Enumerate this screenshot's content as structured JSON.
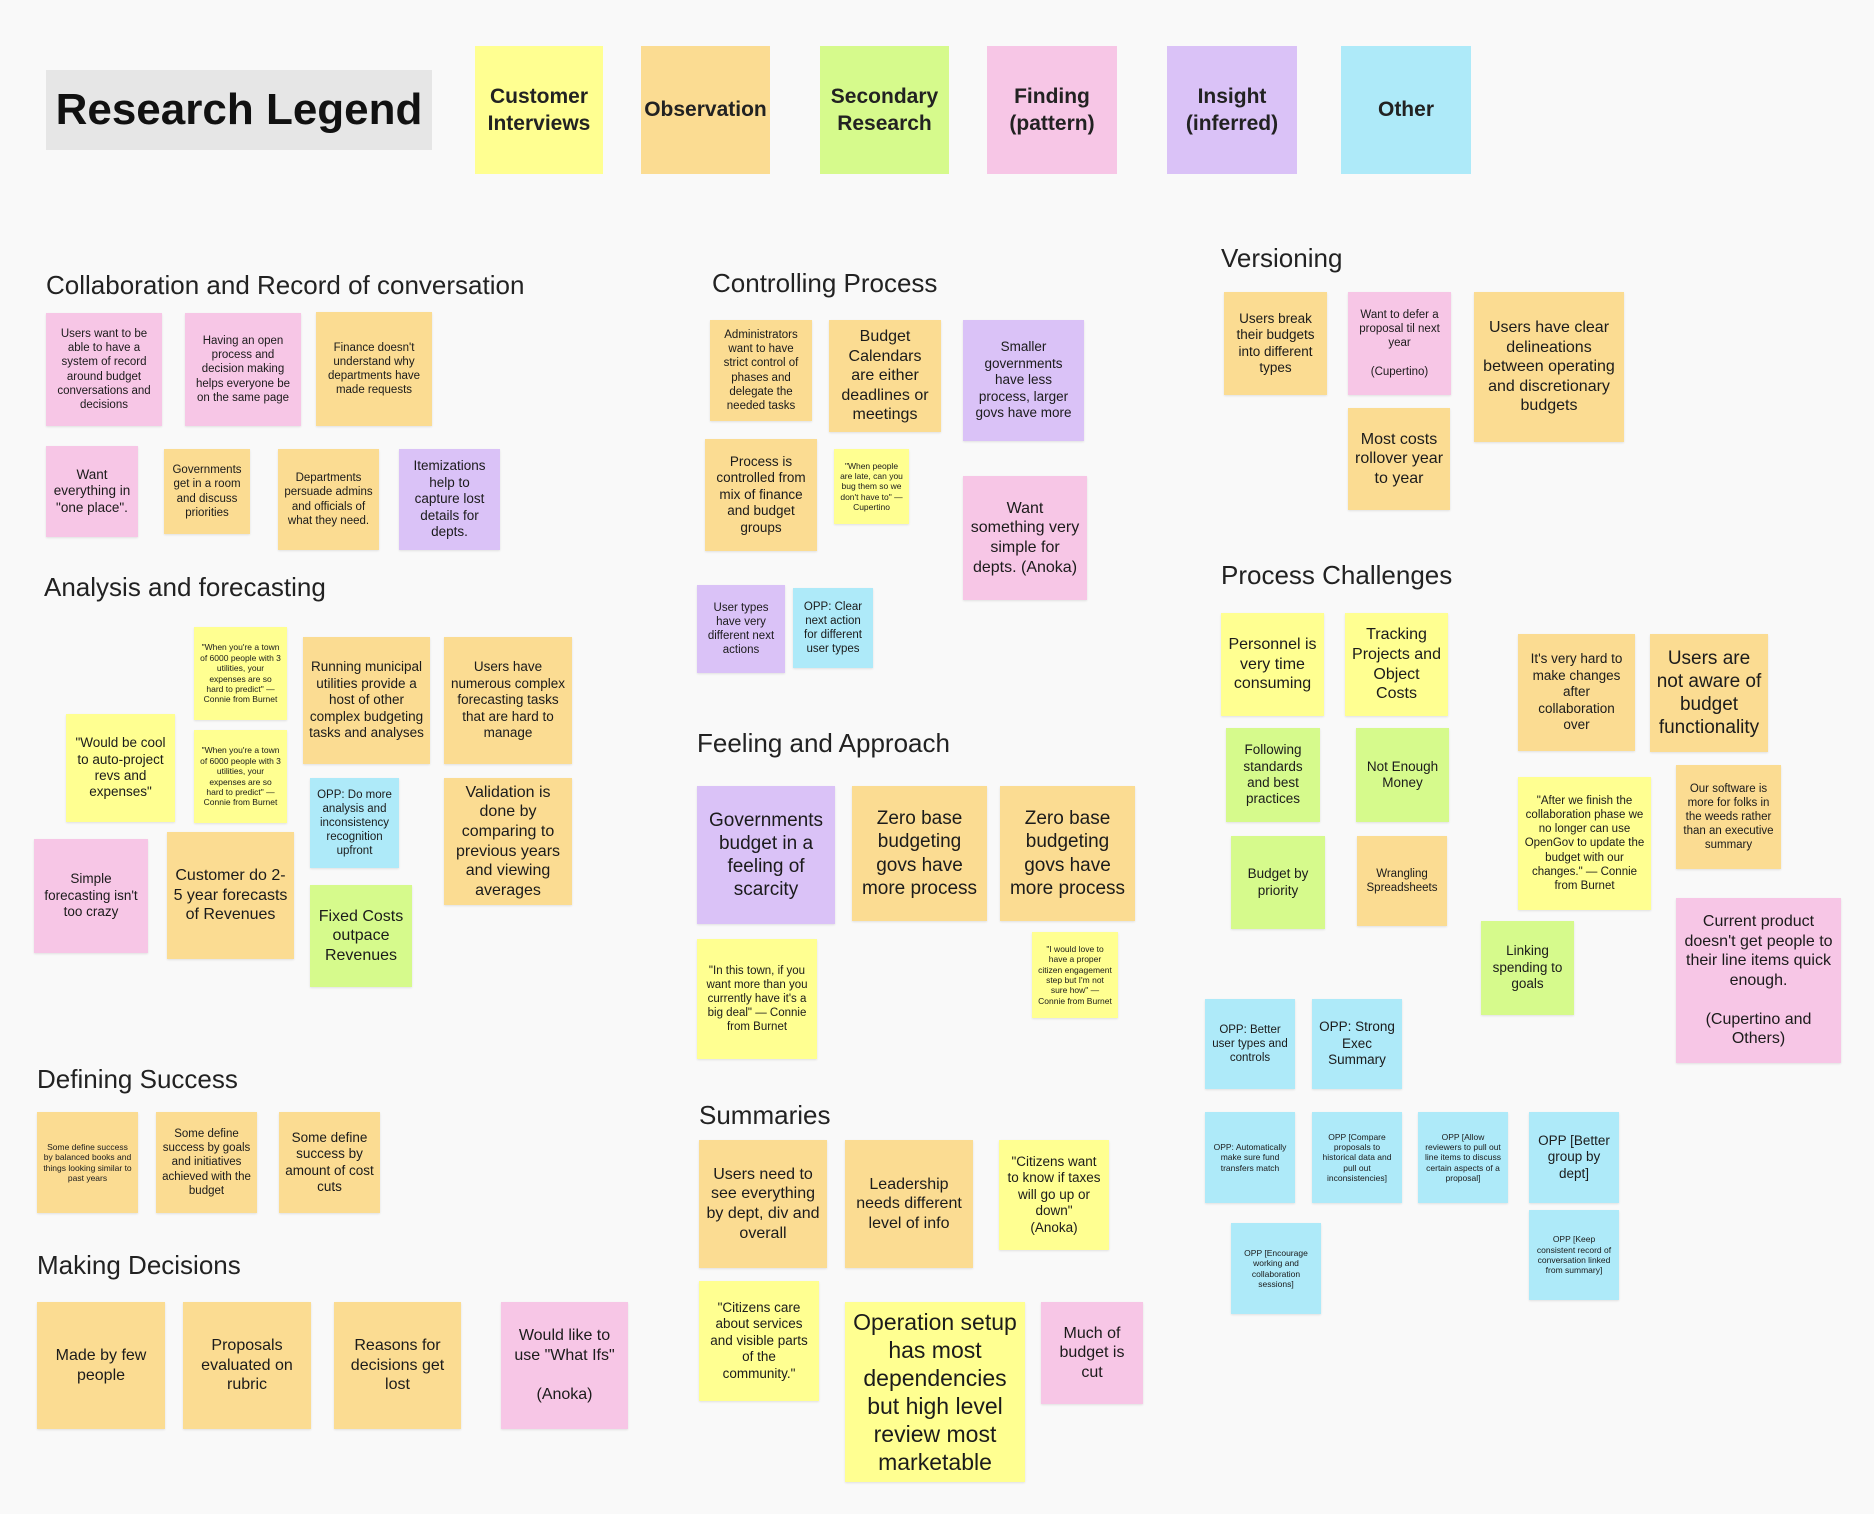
{
  "legend": {
    "title": "Research Legend",
    "items": [
      {
        "label": "Customer\nInterviews",
        "color": "#ffff91"
      },
      {
        "label": "Observation",
        "color": "#fbdc92"
      },
      {
        "label": "Secondary\nResearch",
        "color": "#d6fa8c"
      },
      {
        "label": "Finding\n(pattern)",
        "color": "#f7c6e6"
      },
      {
        "label": "Insight\n(inferred)",
        "color": "#dac2f7"
      },
      {
        "label": "Other",
        "color": "#aeeaf9"
      }
    ]
  },
  "sections": {
    "collaboration": {
      "title": "Collaboration and Record of conversation",
      "notes": [
        "Users want to be able to have a system of record around budget conversations and decisions",
        "Having an open process and decision making helps everyone be on the same page",
        "Finance doesn't understand why departments have made requests",
        "Want everything in \"one place\".",
        "Governments get in a room and discuss priorities",
        "Departments persuade admins and officials of what they need.",
        "Itemizations help to capture lost details for depts."
      ]
    },
    "analysis": {
      "title": "Analysis and forecasting",
      "notes": [
        "\"When you're a town of 6000 people with 3 utilities, your expenses are so hard to predict\" — Connie from Burnet",
        "\"When you're a town of 6000 people with 3 utilities, your expenses are so hard to predict\" — Connie from Burnet",
        "Running municipal utilities provide a host of other complex budgeting tasks and analyses",
        "Users have numerous complex forecasting tasks that are hard to manage",
        "\"Would be cool to auto-project revs and expenses\"",
        "OPP: Do more analysis and inconsistency recognition upfront",
        "Validation is done by comparing to previous years and viewing averages",
        "Simple forecasting isn't too crazy",
        "Customer do 2-5 year forecasts of Revenues",
        "Fixed Costs outpace Revenues"
      ]
    },
    "defining": {
      "title": "Defining Success",
      "notes": [
        "Some define success by balanced books and things looking similar to past years",
        "Some define success by goals and initiatives achieved with the budget",
        "Some define success by amount of cost cuts"
      ]
    },
    "decisions": {
      "title": "Making Decisions",
      "notes": [
        "Made by few people",
        "Proposals evaluated on rubric",
        "Reasons for decisions get lost",
        "Would like to use \"What Ifs\"\n\n(Anoka)"
      ]
    },
    "controlling": {
      "title": "Controlling Process",
      "notes": [
        "Administrators want to have strict control of phases and delegate the needed tasks",
        "Budget Calendars are either deadlines or meetings",
        "Smaller governments have less process, larger govs have more",
        "Process is controlled from mix of finance and budget groups",
        "\"When people are late, can you bug them so we don't have to\" — Cupertino",
        "Want something very simple for depts. (Anoka)",
        "User types have very different next actions",
        "OPP: Clear next action for different user types"
      ]
    },
    "feeling": {
      "title": "Feeling and Approach",
      "notes": [
        "Governments budget in a feeling of scarcity",
        "Zero base budgeting govs have more process",
        "Zero base budgeting govs have more process",
        "\"In this town, if you want more than you currently have it's a big deal\" — Connie from Burnet",
        "\"I would love to have a proper citizen engagement step but I'm not sure how\" — Connie from Burnet"
      ]
    },
    "summaries": {
      "title": "Summaries",
      "notes": [
        "Users need to see everything by dept, div and overall",
        "Leadership needs different level of info",
        "\"Citizens want to know if taxes will go up or down\"\n(Anoka)",
        "\"Citizens care about services and visible parts of the community.\"",
        "Operation setup has most dependencies but high level review most marketable",
        "Much of budget is cut"
      ]
    },
    "versioning": {
      "title": "Versioning",
      "notes": [
        "Users break their budgets into different types",
        "Want to defer a proposal til next year\n\n(Cupertino)",
        "Users have clear delineations between operating and discretionary budgets",
        "Most costs rollover year to year"
      ]
    },
    "challenges": {
      "title": "Process Challenges",
      "notes": [
        "Personnel is very time consuming",
        "Tracking Projects and Object Costs",
        "It's very hard to make changes after collaboration over",
        "Users are not aware of budget functionality",
        "Following standards and best practices",
        "Not Enough Money",
        "\"After we finish the collaboration phase we no longer can use OpenGov to update the budget with our changes.\" — Connie from Burnet",
        "Our software is more for folks in the weeds rather than an executive summary",
        "Budget by priority",
        "Wrangling Spreadsheets",
        "Linking spending to goals",
        "Current product doesn't get people to their line items quick enough.\n\n(Cupertino and Others)",
        "OPP: Better user types and controls",
        "OPP: Strong Exec Summary",
        "OPP: Automatically make sure fund transfers match",
        "OPP [Compare proposals to historical data and pull out inconsistencies]",
        "OPP [Allow reviewers to pull out line items to discuss certain aspects of a proposal]",
        "OPP [Better group by dept]",
        "OPP [Encourage working and collaboration sessions]",
        "OPP [Keep consistent record of conversation linked from summary]"
      ]
    }
  }
}
